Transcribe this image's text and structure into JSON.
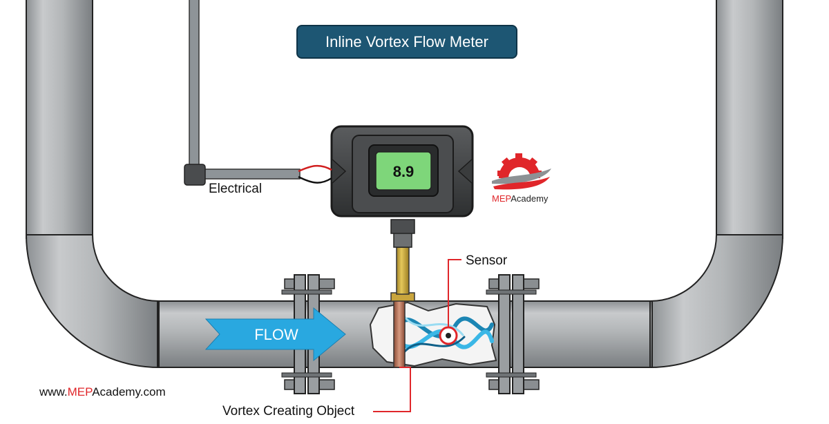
{
  "title": "Inline Vortex Flow Meter",
  "display_value": "8.9",
  "labels": {
    "electrical": "Electrical",
    "sensor": "Sensor",
    "flow": "FLOW",
    "vortex_object": "Vortex Creating Object"
  },
  "brand": {
    "logo_text_accent": "MEP",
    "logo_text_rest": "Academy",
    "website_prefix": "www.",
    "website_accent": "MEP",
    "website_suffix": "Academy.com"
  },
  "colors": {
    "title_box": "#1d5673",
    "pipe": "#a9acae",
    "flow_arrow": "#29a8e0",
    "display": "#7ed67a",
    "accent_red": "#e0262a",
    "conduit": "#8e9498"
  }
}
